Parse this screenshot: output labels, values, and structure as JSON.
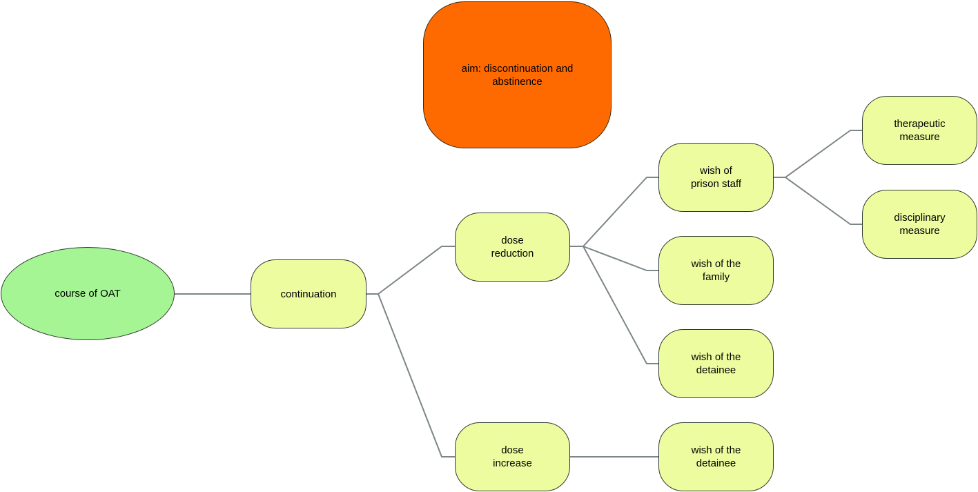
{
  "diagram": {
    "colors": {
      "root_fill": "#a5f594",
      "branch_fill": "#edfc9e",
      "aim_fill": "#ff6a00",
      "connector": "#7c8588"
    },
    "aim": {
      "label": "aim: discontinuation and\nabstinence"
    },
    "root": {
      "label": "course of OAT"
    },
    "continuation": {
      "label": "continuation"
    },
    "dose_reduction": {
      "label": "dose\nreduction"
    },
    "dose_increase": {
      "label": "dose\nincrease"
    },
    "wish_prison_staff": {
      "label": "wish of\nprison staff"
    },
    "wish_family": {
      "label": "wish of the\nfamily"
    },
    "wish_detainee_reduction": {
      "label": "wish of the\ndetainee"
    },
    "wish_detainee_increase": {
      "label": "wish of the\ndetainee"
    },
    "therapeutic_measure": {
      "label": "therapeutic\nmeasure"
    },
    "disciplinary_measure": {
      "label": "disciplinary\nmeasure"
    }
  }
}
